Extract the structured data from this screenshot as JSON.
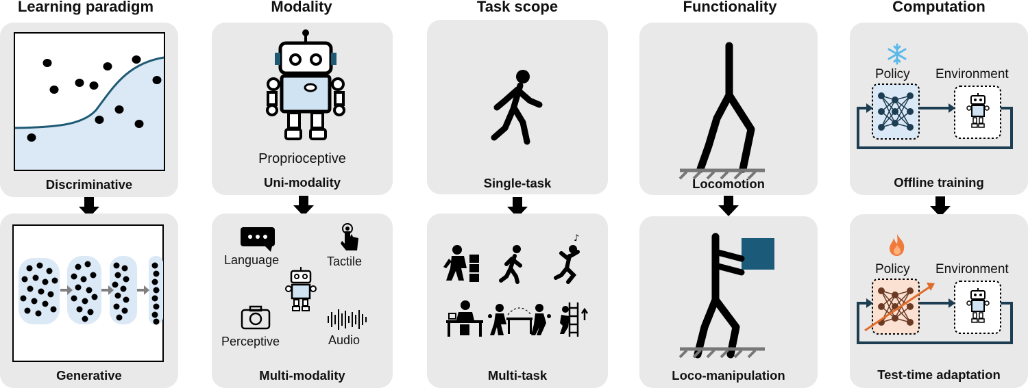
{
  "columns": [
    {
      "title": "Learning paradigm",
      "top": "Discriminative",
      "bottom": "Generative"
    },
    {
      "title": "Modality",
      "top": "Uni-modality",
      "bottom": "Multi-modality",
      "top_caption": "Proprioceptive",
      "bottom_items": {
        "language": "Language",
        "tactile": "Tactile",
        "perceptive": "Perceptive",
        "audio": "Audio"
      }
    },
    {
      "title": "Task scope",
      "top": "Single-task",
      "bottom": "Multi-task"
    },
    {
      "title": "Functionality",
      "top": "Locomotion",
      "bottom": "Loco-manipulation"
    },
    {
      "title": "Computation",
      "top": "Offline training",
      "bottom": "Test-time adaptation",
      "policy": "Policy",
      "environment": "Environment"
    }
  ],
  "colors": {
    "panel": "#e9e9e9",
    "light_blue": "#dbe8f5",
    "curve": "#1f5a75",
    "loop": "#1d3e52",
    "box": "#1b5a78",
    "adapt_fill": "#fbe1d2",
    "flame": "#f07a3a",
    "snow": "#5bb8e8"
  },
  "icons": [
    "scatter-plot-icon",
    "diffusion-steps-icon",
    "robot-icon",
    "speech-bubble-icon",
    "touch-icon",
    "camera-icon",
    "audio-wave-icon",
    "walking-person-icon",
    "multitask-icons",
    "stick-leg-icon",
    "loco-manipulation-icon",
    "snowflake-icon",
    "flame-icon",
    "neural-network-icon"
  ]
}
